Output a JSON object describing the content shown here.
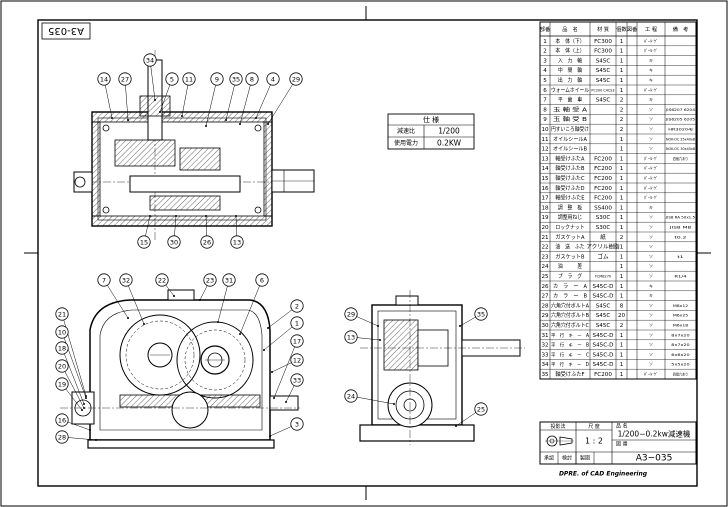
{
  "sheet": {
    "drawing_no_tag": "A3-035",
    "footer": "DPRE. of CAD Engineering"
  },
  "spec_box": {
    "title": "仕 様",
    "rows": [
      {
        "label": "減速比",
        "value": "1/200"
      },
      {
        "label": "使用電力",
        "value": "0.2KW"
      }
    ]
  },
  "parts_table": {
    "headers": [
      "部番",
      "品　名",
      "材 質",
      "個数",
      "図番",
      "工 程",
      "備　考"
    ],
    "rows": [
      {
        "no": "1",
        "name": "本　体（下）",
        "mat": "FC300",
        "qty": "1",
        "fig": "",
        "proc": "ﾎﾞｰﾙ･ｹﾞ",
        "note": ""
      },
      {
        "no": "2",
        "name": "本　体（上）",
        "mat": "FC300",
        "qty": "1",
        "fig": "",
        "proc": "ﾎﾞｰﾙ･ｹﾞ",
        "note": ""
      },
      {
        "no": "3",
        "name": "入　力　軸",
        "mat": "S45C",
        "qty": "1",
        "fig": "",
        "proc": "キ",
        "note": ""
      },
      {
        "no": "4",
        "name": "中　間　軸",
        "mat": "S45C",
        "qty": "1",
        "fig": "",
        "proc": "キ",
        "note": ""
      },
      {
        "no": "5",
        "name": "出　力　軸",
        "mat": "S45C",
        "qty": "1",
        "fig": "",
        "proc": "キ",
        "note": ""
      },
      {
        "no": "6",
        "name": "ウォームホイール",
        "mat": "PC200 C4CS3",
        "qty": "1",
        "fig": "",
        "proc": "ﾎﾞｰﾙ･ｹﾞ",
        "note": ""
      },
      {
        "no": "7",
        "name": "平　歯　車",
        "mat": "S45C",
        "qty": "2",
        "fig": "",
        "proc": "キ",
        "note": ""
      },
      {
        "no": "8",
        "name": "玉 軸 受 A",
        "mat": "",
        "qty": "2",
        "fig": "",
        "proc": "ソ",
        "note": "JIS6207 6204"
      },
      {
        "no": "9",
        "name": "玉 軸 受 B",
        "mat": "",
        "qty": "2",
        "fig": "",
        "proc": "ソ",
        "note": "JIS6205 6205"
      },
      {
        "no": "10",
        "name": "円すいころ軸受け",
        "mat": "",
        "qty": "2",
        "fig": "",
        "proc": "ソ",
        "note": "HR30204J"
      },
      {
        "no": "11",
        "name": "オイルシールA",
        "mat": "",
        "qty": "1",
        "fig": "",
        "proc": "ソ",
        "note": "NOK-OC 25x40x8"
      },
      {
        "no": "12",
        "name": "オイルシールB",
        "mat": "",
        "qty": "1",
        "fig": "",
        "proc": "ソ",
        "note": "NOK-OC 30x45x8"
      },
      {
        "no": "13",
        "name": "軸受けふたA",
        "mat": "FC200",
        "qty": "1",
        "fig": "",
        "proc": "ﾎﾞｰﾙ･ｹﾞ",
        "note": "四個穴あり"
      },
      {
        "no": "14",
        "name": "軸受けふたB",
        "mat": "FC200",
        "qty": "1",
        "fig": "",
        "proc": "ﾎﾞｰﾙ･ｹﾞ",
        "note": ""
      },
      {
        "no": "15",
        "name": "軸受けふたC",
        "mat": "FC200",
        "qty": "1",
        "fig": "",
        "proc": "ﾎﾞｰﾙ･ｹﾞ",
        "note": ""
      },
      {
        "no": "16",
        "name": "軸受けふたD",
        "mat": "FC200",
        "qty": "1",
        "fig": "",
        "proc": "ﾎﾞｰﾙ･ｹﾞ",
        "note": ""
      },
      {
        "no": "17",
        "name": "軸受けふたE",
        "mat": "FC200",
        "qty": "1",
        "fig": "",
        "proc": "ﾎﾞｰﾙ･ｹﾞ",
        "note": ""
      },
      {
        "no": "18",
        "name": "調　整　板",
        "mat": "SS400",
        "qty": "1",
        "fig": "",
        "proc": "キ",
        "note": ""
      },
      {
        "no": "19",
        "name": "調整用ねじ",
        "mat": "S30C",
        "qty": "1",
        "fig": "",
        "proc": "ソ",
        "note": "JIS8 RA 50x1.5"
      },
      {
        "no": "20",
        "name": "ロックナット",
        "mat": "S30C",
        "qty": "1",
        "fig": "",
        "proc": "ソ",
        "note": "JIS8 M8"
      },
      {
        "no": "21",
        "name": "ガスケットA",
        "mat": "紙",
        "qty": "2",
        "fig": "",
        "proc": "ソ",
        "note": "t0.2"
      },
      {
        "no": "22",
        "name": "油　送　ふた",
        "mat": "アクリル樹脂",
        "qty": "1",
        "fig": "",
        "proc": "ソ",
        "note": ""
      },
      {
        "no": "23",
        "name": "ガスケットB",
        "mat": "ゴム",
        "qty": "1",
        "fig": "",
        "proc": "ソ",
        "note": "t1"
      },
      {
        "no": "24",
        "name": "油　　　差",
        "mat": "",
        "qty": "1",
        "fig": "",
        "proc": "ソ",
        "note": ""
      },
      {
        "no": "25",
        "name": "プ　ラ　グ",
        "mat": "FCMB270",
        "qty": "1",
        "fig": "",
        "proc": "ソ",
        "note": "R1/4"
      },
      {
        "no": "26",
        "name": "カ　ラ　ー　A",
        "mat": "S45C-D",
        "qty": "1",
        "fig": "",
        "proc": "キ",
        "note": ""
      },
      {
        "no": "27",
        "name": "カ　ラ　ー　B",
        "mat": "S45C-D",
        "qty": "1",
        "fig": "",
        "proc": "キ",
        "note": ""
      },
      {
        "no": "28",
        "name": "六角穴付ボルトA",
        "mat": "S45C",
        "qty": "8",
        "fig": "",
        "proc": "ソ",
        "note": "M8x12"
      },
      {
        "no": "29",
        "name": "六角穴付ボルトB",
        "mat": "S45C",
        "qty": "20",
        "fig": "",
        "proc": "ソ",
        "note": "M6x25"
      },
      {
        "no": "30",
        "name": "六角穴付ボルトC",
        "mat": "S45C",
        "qty": "2",
        "fig": "",
        "proc": "ソ",
        "note": "M6x18"
      },
      {
        "no": "31",
        "name": "平　行　キ　ー　A",
        "mat": "S45C-D",
        "qty": "1",
        "fig": "",
        "proc": "ソ",
        "note": "8x7x20"
      },
      {
        "no": "32",
        "name": "平　行　キ　ー　B",
        "mat": "S45C-D",
        "qty": "1",
        "fig": "",
        "proc": "ソ",
        "note": "8x7x20"
      },
      {
        "no": "33",
        "name": "平　行　キ　ー　C",
        "mat": "S45C-D",
        "qty": "1",
        "fig": "",
        "proc": "ソ",
        "note": "6x6x20"
      },
      {
        "no": "34",
        "name": "平　行　キ　ー　D",
        "mat": "S45C-D",
        "qty": "1",
        "fig": "",
        "proc": "ソ",
        "note": "5x5x20"
      },
      {
        "no": "35",
        "name": "軸受けふたF",
        "mat": "FC200",
        "qty": "1",
        "fig": "",
        "proc": "ﾎﾞｰﾙ･ｹﾞ",
        "note": "四個穴あり"
      }
    ]
  },
  "title_block": {
    "projection_label": "投影法",
    "scale_label": "尺 度",
    "scale_value": "1 : 2",
    "name_label": "品 名",
    "name_value": "1/200−0.2kw減速機",
    "number_label": "図 番",
    "number_value": "A3−035",
    "sign_labels": [
      "承認",
      "検討",
      "製図"
    ]
  },
  "balloons": {
    "top_view": [
      "34",
      "14",
      "27",
      "5",
      "11",
      "9",
      "35",
      "8",
      "4",
      "29",
      "15",
      "30",
      "26",
      "13"
    ],
    "front_view": [
      "7",
      "32",
      "22",
      "23",
      "31",
      "6",
      "2",
      "1",
      "21",
      "10",
      "18",
      "20",
      "19",
      "16",
      "28",
      "17",
      "12",
      "33",
      "3"
    ],
    "side_view": [
      "29",
      "13",
      "35",
      "24",
      "25"
    ]
  }
}
